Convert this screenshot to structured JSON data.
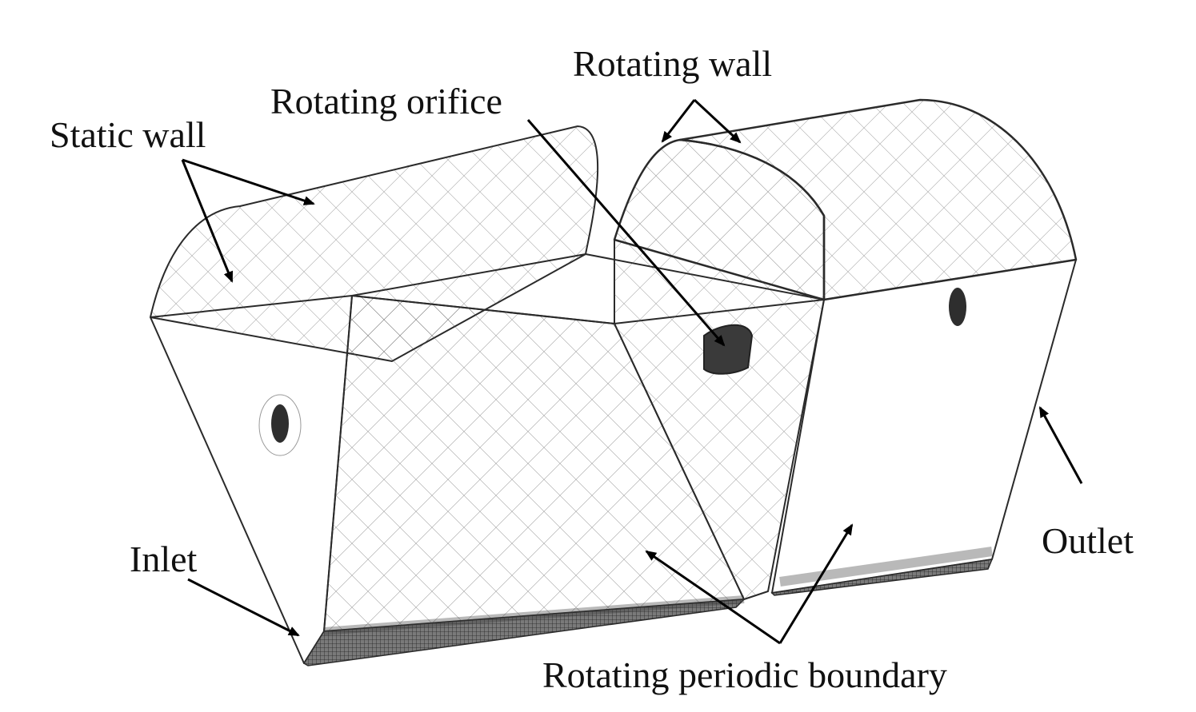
{
  "labels": {
    "static_wall": "Static wall",
    "rotating_orifice": "Rotating orifice",
    "rotating_wall": "Rotating wall",
    "inlet": "Inlet",
    "outlet": "Outlet",
    "rotating_periodic_boundary": "Rotating periodic boundary"
  },
  "colors": {
    "mesh_line": "#2a2a2a",
    "dense_mesh": "#3a3a3a",
    "arrow": "#000000",
    "text": "#111111",
    "background": "#ffffff"
  }
}
